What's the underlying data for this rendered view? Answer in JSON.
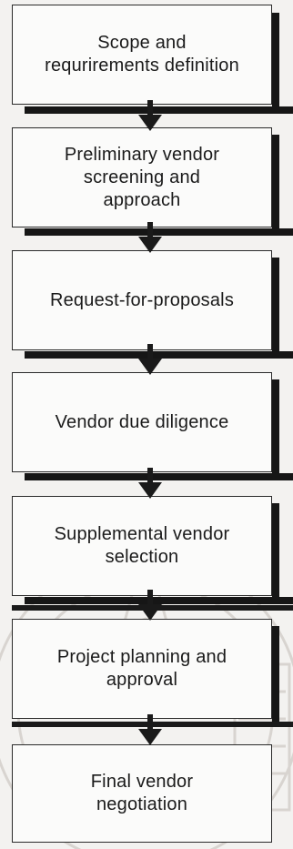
{
  "flowchart": {
    "steps": [
      {
        "label_line1": "Scope and",
        "label_line2": "requrirements definition",
        "label_line3": ""
      },
      {
        "label_line1": "Preliminary vendor",
        "label_line2": "screening and",
        "label_line3": "approach"
      },
      {
        "label_line1": "Request-for-proposals",
        "label_line2": "",
        "label_line3": ""
      },
      {
        "label_line1": "Vendor due diligence",
        "label_line2": "",
        "label_line3": ""
      },
      {
        "label_line1": "Supplemental vendor",
        "label_line2": "selection",
        "label_line3": ""
      },
      {
        "label_line1": "Project planning and",
        "label_line2": "approval",
        "label_line3": ""
      },
      {
        "label_line1": "Final vendor",
        "label_line2": "negotiation",
        "label_line3": ""
      }
    ]
  },
  "colors": {
    "box_fill": "#fbfbfa",
    "box_border": "#2a2a2a",
    "shadow": "#161616",
    "arrow": "#1a1a1a",
    "page_background": "#f3f2f0"
  },
  "icons": {
    "connector": "arrow-down-icon",
    "watermark": "university-seal-watermark"
  }
}
